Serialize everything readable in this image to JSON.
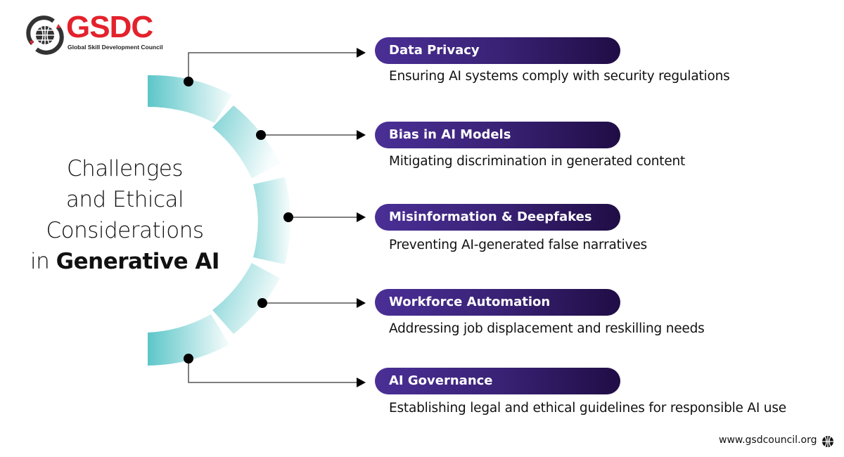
{
  "logo": {
    "text": "GSDC",
    "subtitle": "Global Skill Development Council",
    "icon": "globe-icon",
    "color": "#e3222c"
  },
  "title": {
    "line1": "Challenges",
    "line2": "and Ethical",
    "line3": "Considerations",
    "line4_prefix": "in ",
    "line4_bold": "Generative AI"
  },
  "items": [
    {
      "label": "Data Privacy",
      "description": "Ensuring AI systems comply with security regulations"
    },
    {
      "label": "Bias in AI Models",
      "description": "Mitigating discrimination in generated content"
    },
    {
      "label": "Misinformation & Deepfakes",
      "description": "Preventing AI-generated false narratives"
    },
    {
      "label": "Workforce Automation",
      "description": "Addressing job displacement and reskilling needs"
    },
    {
      "label": "AI Governance",
      "description": "Establishing legal and ethical guidelines for responsible AI use"
    }
  ],
  "colors": {
    "badge_start": "#4a2f96",
    "badge_end": "#200d45",
    "arc": "#5cc6c9"
  },
  "footer": {
    "url": "www.gsdcouncil.org",
    "icon": "globe-icon"
  }
}
